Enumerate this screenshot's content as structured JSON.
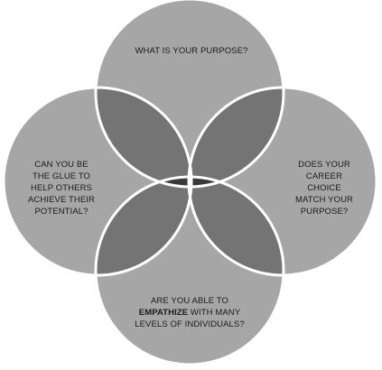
{
  "diagram": {
    "circle_fill": "#a6a6a6",
    "circle_stroke": "#ffffff",
    "overlap_shade": "#000000",
    "labels": {
      "top": [
        {
          "text": "WHAT IS YOUR PURPOSE?"
        }
      ],
      "left": [
        {
          "text": "CAN YOU BE"
        },
        {
          "text": "THE GLUE TO"
        },
        {
          "text": "HELP OTHERS"
        },
        {
          "text": "ACHIEVE THEIR"
        },
        {
          "text": "POTENTIAL?"
        }
      ],
      "right": [
        {
          "text": "DOES YOUR"
        },
        {
          "text": "CAREER"
        },
        {
          "text": "CHOICE"
        },
        {
          "text": "MATCH YOUR"
        },
        {
          "text": "PURPOSE?"
        }
      ],
      "bottom": [
        {
          "text": "ARE YOU ABLE TO"
        },
        {
          "pre": "",
          "emph": "EMPATHIZE",
          "post": " WITH MANY"
        },
        {
          "text": "LEVELS OF INDIVIDUALS?"
        }
      ]
    }
  }
}
